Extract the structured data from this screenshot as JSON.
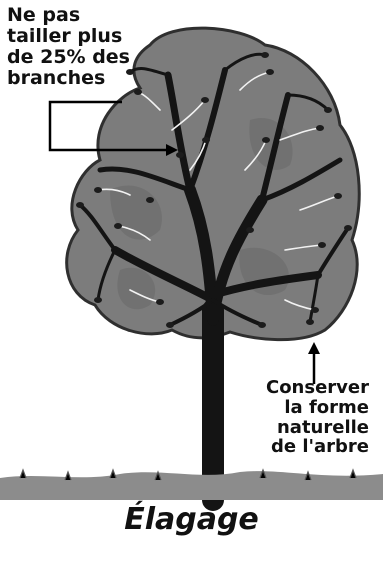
{
  "labels": {
    "top_lines": [
      "Ne pas",
      "tailler plus",
      "de 25% des",
      "branches"
    ],
    "bottom_lines": [
      "Conserver",
      "la forme",
      "naturelle",
      "de l'arbre"
    ],
    "title": "Élagage"
  },
  "colors": {
    "canopy_fill": "#7c7c7c",
    "canopy_edge": "#2f2f2f",
    "trunk": "#141414",
    "branch_highlight": "#f2f2f2",
    "ground": "#9a9a9a",
    "text": "#111111"
  }
}
